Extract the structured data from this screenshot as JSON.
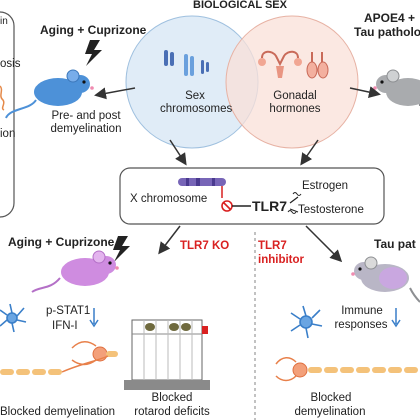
{
  "header": {
    "title": "BIOLOGICAL SEX"
  },
  "top_left": {
    "condition": "Aging + Cuprizone",
    "caption": "Pre- and post demyelination",
    "panel_fragments": [
      "in",
      "osis",
      "ion"
    ]
  },
  "top_right": {
    "condition_line1": "APOE4 +",
    "condition_line2": "Tau patholog"
  },
  "venn": {
    "left_label": "Sex chromosomes",
    "right_label": "Gonadal hormones"
  },
  "center_box": {
    "x_chromosome": "X chromosome",
    "tlr7": "TLR7",
    "estrogen": "Estrogen",
    "testosterone": "Testosterone"
  },
  "bottom_left": {
    "condition": "Aging + Cuprizone",
    "treatment": "TLR7 KO",
    "markers_line1": "p-STAT1",
    "markers_line2": "IFN-I",
    "outcome_demyelination": "Blocked demyelination",
    "outcome_rotarod_line1": "Blocked",
    "outcome_rotarod_line2": "rotarod deficits"
  },
  "bottom_right": {
    "treatment_line1": "TLR7",
    "treatment_line2": "inhibitor",
    "condition": "Tau pat",
    "response_line1": "Immune",
    "response_line2": "responses",
    "outcome_line1": "Blocked",
    "outcome_line2": "demyelination"
  },
  "colors": {
    "red": "#d92121",
    "blue": "#3a7fc9",
    "chromosome_circle": "#dbe9f6",
    "hormone_circle": "#f9e0d8",
    "mouse_blue": "#4d91d8",
    "mouse_gray": "#a9abae",
    "mouse_pink": "#cf8ce0",
    "mouse_gray_lavender": "#b9b6c6"
  }
}
